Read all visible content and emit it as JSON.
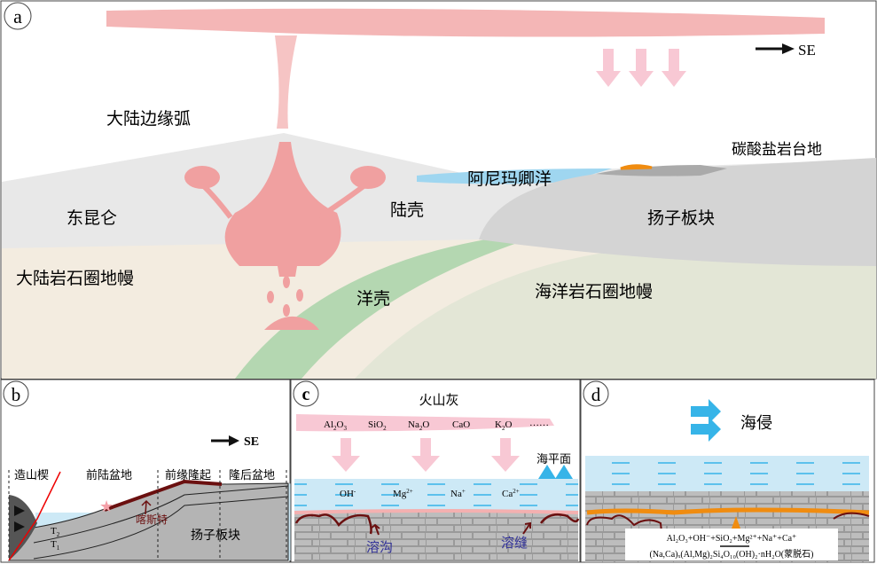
{
  "panels": {
    "a": {
      "letter": "a",
      "direction": "SE",
      "labels": {
        "arc": "大陆边缘弧",
        "east_kunlun": "东昆仑",
        "continental_crust": "陆壳",
        "ocean": "阿尼玛卿洋",
        "carbonate_platform": "碳酸盐岩台地",
        "yangtze": "扬子板块",
        "continental_mantle": "大陆岩石圈地幔",
        "oceanic_mantle": "海洋岩石圈地幔",
        "oceanic_crust": "洋壳"
      }
    },
    "b": {
      "letter": "b",
      "direction": "SE",
      "zones": [
        "造山楔",
        "前陆盆地",
        "前缘隆起",
        "隆后盆地"
      ],
      "karst": "喀斯特",
      "yangtze": "扬子板块",
      "strata": [
        "T",
        "T"
      ],
      "strata_sub": [
        "2",
        "1"
      ]
    },
    "c": {
      "letter": "c",
      "title": "火山灰",
      "oxides": [
        {
          "base": "Al",
          "s1": "2",
          "mid": "O",
          "s2": "3"
        },
        {
          "base": "SiO",
          "s1": "2",
          "mid": "",
          "s2": ""
        },
        {
          "base": "Na",
          "s1": "2",
          "mid": "O",
          "s2": ""
        },
        {
          "base": "CaO",
          "s1": "",
          "mid": "",
          "s2": ""
        },
        {
          "base": "K",
          "s1": "2",
          "mid": "O",
          "s2": ""
        }
      ],
      "ellipsis": "……",
      "sea_level": "海平面",
      "ions": [
        {
          "base": "OH",
          "sup": "-"
        },
        {
          "base": "Mg",
          "sup": "2+"
        },
        {
          "base": "Na",
          "sup": "+"
        },
        {
          "base": "Ca",
          "sup": "2+"
        }
      ],
      "solution_trench": "溶沟",
      "solution_fissure": "溶缝"
    },
    "d": {
      "letter": "d",
      "transgression": "海侵",
      "reaction_line1": "Al₂O₃+OH⁻+SiO₂+Mg²⁺+Na⁺+Ca⁺",
      "reaction_line2": "(Na,Ca)ₓ(Al,Mg)₂Si₄O₁₀(OH)₂·nH₂O(蒙脱石)"
    }
  },
  "colors": {
    "magma": "#f0a0a0",
    "crust": "#e8e8e8",
    "beige": "#f3ece0",
    "ocean_mantle": "#e3e6d6",
    "slab": "#a8d4a8",
    "yangtze": "#d4d4d4",
    "water": "#cde9f6",
    "arrow_blue": "#36b4e8",
    "karst": "#6b1010",
    "orange": "#f08c10"
  }
}
